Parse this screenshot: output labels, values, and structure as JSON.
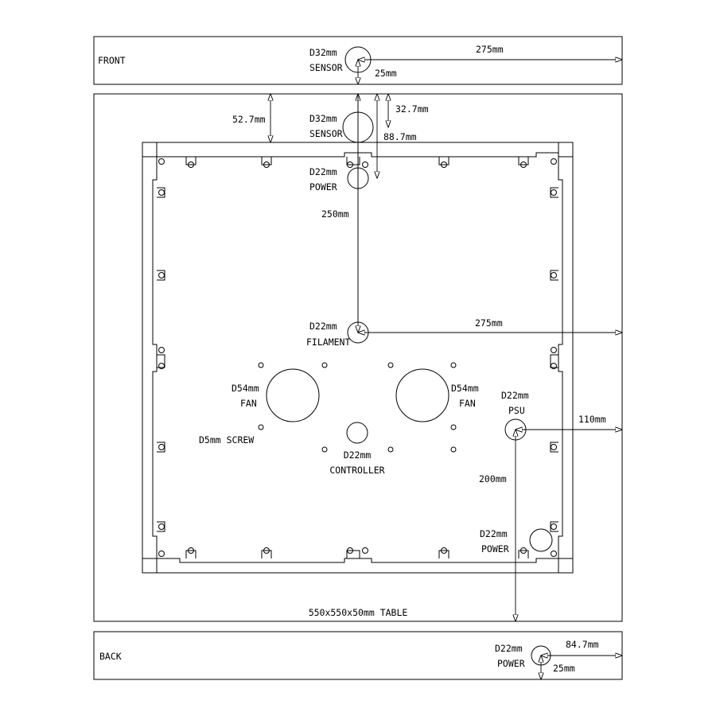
{
  "views": {
    "front": "FRONT",
    "back": "BACK",
    "table": "550x550x50mm TABLE"
  },
  "holes": {
    "front_sensor": [
      "D32mm",
      "SENSOR"
    ],
    "top_sensor": [
      "D32mm",
      "SENSOR"
    ],
    "top_power": [
      "D22mm",
      "POWER"
    ],
    "filament": [
      "D22mm",
      "FILAMENT"
    ],
    "fan_left": [
      "D54mm",
      "FAN"
    ],
    "fan_right": [
      "D54mm",
      "FAN"
    ],
    "screw": "D5mm SCREW",
    "controller": [
      "D22mm",
      "CONTROLLER"
    ],
    "psu": [
      "D22mm",
      "PSU"
    ],
    "bottom_power": [
      "D22mm",
      "POWER"
    ],
    "back_power": [
      "D22mm",
      "POWER"
    ]
  },
  "dimensions": {
    "front_275": "275mm",
    "front_25": "25mm",
    "d_52_7": "52.7mm",
    "d_32_7": "32.7mm",
    "d_88_7": "88.7mm",
    "d_250": "250mm",
    "d_275": "275mm",
    "d_110": "110mm",
    "d_200": "200mm",
    "back_84_7": "84.7mm",
    "back_25": "25mm"
  }
}
